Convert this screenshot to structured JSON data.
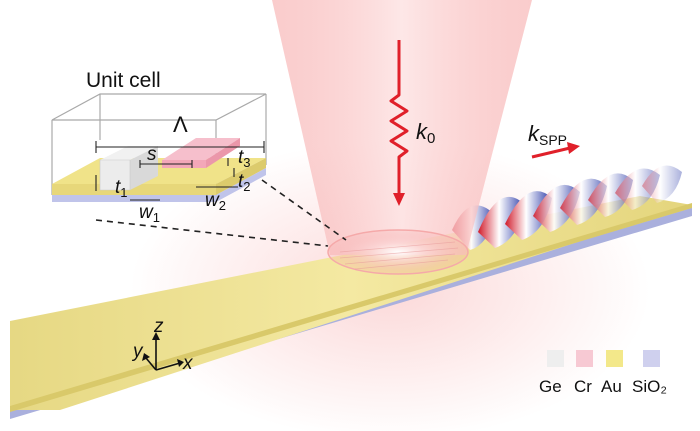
{
  "unit_cell": {
    "title": "Unit cell",
    "period_symbol": "Λ",
    "labels": {
      "s": "s",
      "t1_base": "t",
      "t1_sub": "1",
      "w1_base": "w",
      "w1_sub": "1",
      "w2_base": "w",
      "w2_sub": "2",
      "t2_base": "t",
      "t2_sub": "2",
      "t3_base": "t",
      "t3_sub": "3"
    }
  },
  "beam": {
    "k0_base": "k",
    "k0_sub": "0"
  },
  "spp": {
    "k_base": "k",
    "k_sub": "SPP"
  },
  "axes": {
    "x": "x",
    "y": "y",
    "z": "z"
  },
  "legend": [
    {
      "label": "Ge",
      "color": "#eeeeee"
    },
    {
      "label": "Cr",
      "color": "#f7c9d3"
    },
    {
      "label": "Au",
      "color": "#f3e88a"
    },
    {
      "label": "SiO₂",
      "color": "#cfd0ee"
    }
  ],
  "colors": {
    "gold": "#eee08c",
    "substrate": "#b9bde6",
    "beam": "#f08a8a",
    "arrow": "#e0202a"
  }
}
